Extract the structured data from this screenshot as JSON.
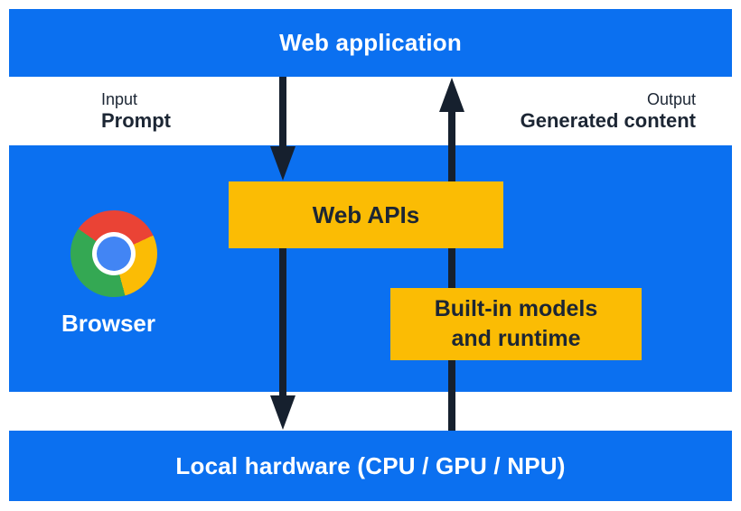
{
  "colors": {
    "panel_blue": "#0b70f0",
    "accent_yellow": "#fbbc04",
    "navy": "#16202e",
    "navy_text": "#1c2634",
    "chrome_red": "#ea4335",
    "chrome_yellow": "#fbbc05",
    "chrome_green": "#34a853",
    "chrome_blue": "#4285f4"
  },
  "layers": {
    "web_application": {
      "label": "Web application"
    },
    "browser": {
      "label": "Browser",
      "logo_icon": "chrome-logo",
      "web_apis": {
        "label": "Web APIs"
      },
      "builtin_models": {
        "label_line1": "Built-in models",
        "label_line2": "and runtime"
      }
    },
    "local_hardware": {
      "label": "Local hardware (CPU / GPU / NPU)"
    }
  },
  "flows": {
    "input": {
      "kicker": "Input",
      "label": "Prompt",
      "direction": "down"
    },
    "output": {
      "kicker": "Output",
      "label": "Generated content",
      "direction": "up"
    }
  }
}
